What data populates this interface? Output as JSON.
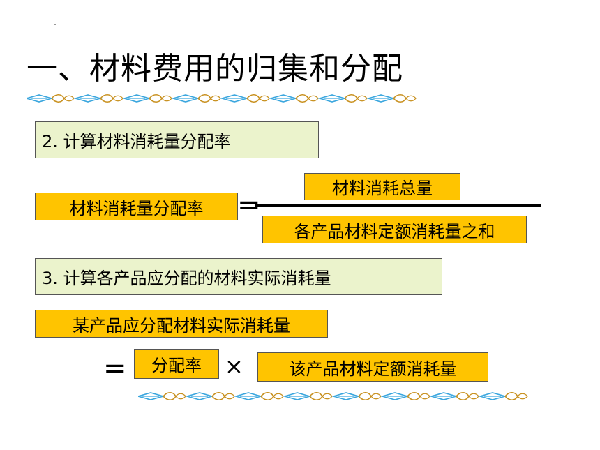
{
  "title": "一、材料费用的归集和分配",
  "step2_heading": "2. 计算材料消耗量分配率",
  "formula1": {
    "lhs": "材料消耗量分配率",
    "equals": "=",
    "numerator": "材料消耗总量",
    "denominator": "各产品材料定额消耗量之和"
  },
  "step3_heading": "3. 计算各产品应分配的材料实际消耗量",
  "formula2": {
    "lhs": "某产品应分配材料实际消耗量",
    "equals": "=",
    "rate": "分配率",
    "times": "×",
    "quota": "该产品材料定额消耗量"
  },
  "colors": {
    "heading_box_fill": "#ebf3cc",
    "formula_box_fill": "#ffc400",
    "divider_blue": "#3aa6de",
    "divider_gold": "#c8901e"
  },
  "decorations": [
    "ornamental-divider",
    "ornamental-divider"
  ]
}
